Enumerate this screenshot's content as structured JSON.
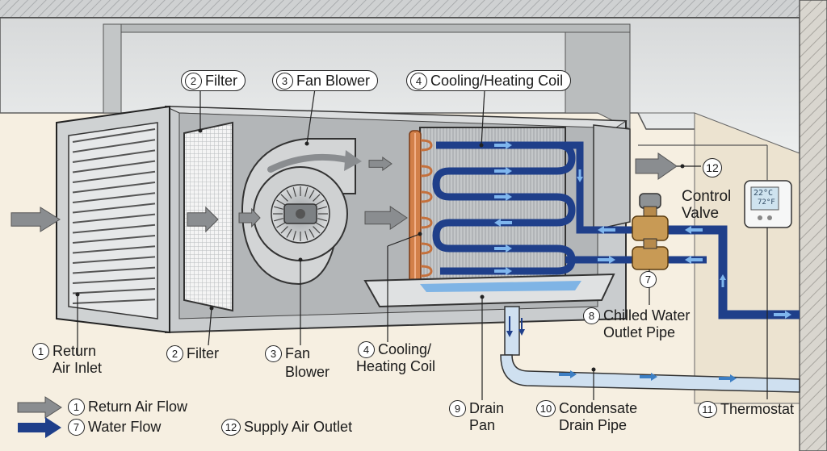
{
  "labels": {
    "filter_top": {
      "num": "2",
      "text": "Filter"
    },
    "fan_top": {
      "num": "3",
      "text": "Fan Blower"
    },
    "coil_top": {
      "num": "4",
      "text": "Cooling/Heating Coil"
    },
    "supply_num": "12",
    "control_valve_1": "Control",
    "control_valve_2": "Valve",
    "valve_num": "7",
    "chilled_num": "8",
    "chilled_1": "Chilled Water",
    "chilled_2": "Outlet Pipe",
    "return_num": "1",
    "return_1": "Return",
    "return_2": "Air Inlet",
    "filter_bottom_num": "2",
    "filter_bottom": "Filter",
    "fan_bottom_num": "3",
    "fan_bottom_1": "Fan",
    "fan_bottom_2": "Blower",
    "coil_bottom_num": "4",
    "coil_bottom_1": "Cooling/",
    "coil_bottom_2": "Heating Coil",
    "drain_num": "9",
    "drain_1": "Drain",
    "drain_2": "Pan",
    "cond_num": "10",
    "cond_1": "Condensate",
    "cond_2": "Drain Pipe",
    "thermostat_num": "11",
    "thermostat": "Thermostat"
  },
  "thermostat_display": {
    "line1": "22°C",
    "line2": "72°F"
  },
  "legend": {
    "air_flow": {
      "num": "1",
      "text": "Return Air Flow"
    },
    "water_flow": {
      "num": "7",
      "text": "Water Flow"
    },
    "supply_outlet": {
      "num": "12",
      "text": "Supply Air Outlet"
    }
  },
  "colors": {
    "water_pipe": "#1f3f8a",
    "air_arrow": "#8a8d90",
    "housing": "#c9ccce",
    "wall": "#f6efe1",
    "drain_pipe": "#cfe0f0",
    "copper": "#d2804a"
  }
}
